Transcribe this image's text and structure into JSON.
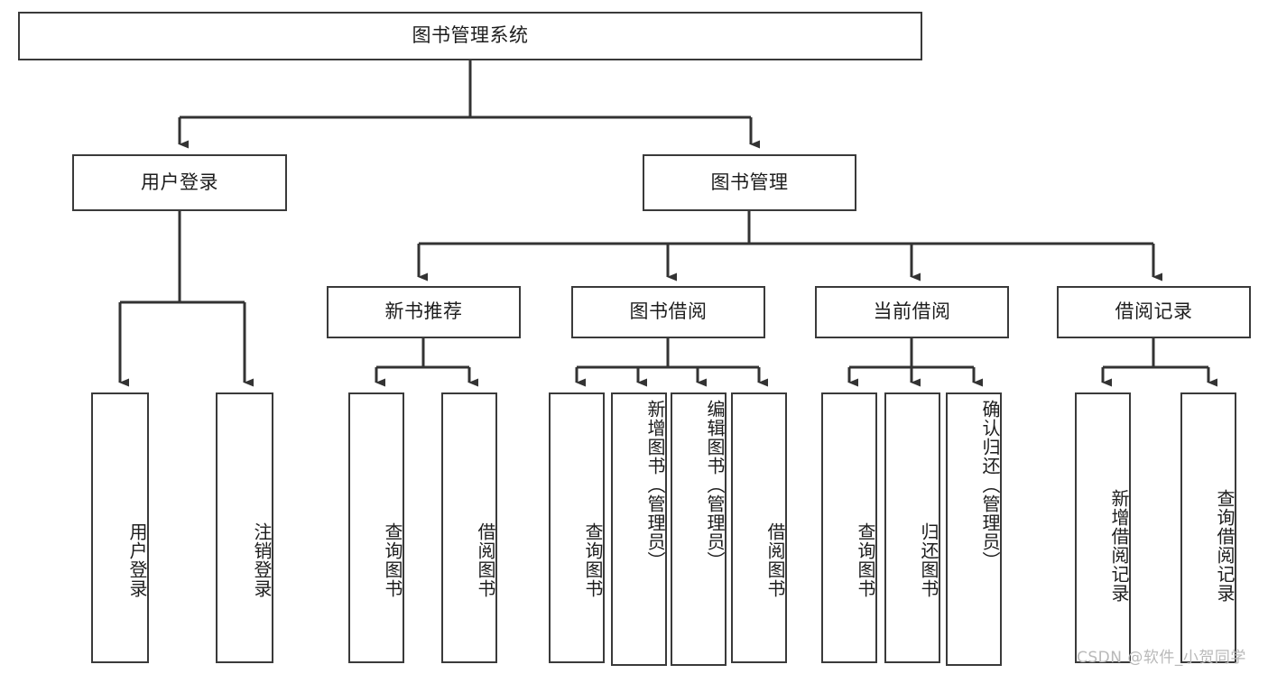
{
  "diagram": {
    "title": "图书管理系统",
    "type": "hierarchy-tree",
    "orientation": "top-down",
    "box_fill": "#ffffff",
    "box_stroke": "#3a3a3a",
    "edge_color": "#333333",
    "text_color": "#1d1d1d"
  },
  "root": {
    "label": "图书管理系统"
  },
  "level2": [
    {
      "label": "用户登录"
    },
    {
      "label": "图书管理"
    }
  ],
  "level3": [
    {
      "label": "新书推荐"
    },
    {
      "label": "图书借阅"
    },
    {
      "label": "当前借阅"
    },
    {
      "label": "借阅记录"
    }
  ],
  "leaves": {
    "user_login": [
      {
        "label": "用户登录"
      },
      {
        "label": "注销登录"
      }
    ],
    "new_book_recommend": [
      {
        "label": "查询图书"
      },
      {
        "label": "借阅图书"
      }
    ],
    "book_borrow": [
      {
        "label": "查询图书"
      },
      {
        "label": "新增图书（管理员）"
      },
      {
        "label": "编辑图书（管理员）"
      },
      {
        "label": "借阅图书"
      }
    ],
    "current_borrow": [
      {
        "label": "查询图书"
      },
      {
        "label": "归还图书"
      },
      {
        "label": "确认归还（管理员）"
      }
    ],
    "borrow_record": [
      {
        "label": "新增借阅记录"
      },
      {
        "label": "查询借阅记录"
      }
    ]
  },
  "watermark": {
    "text": "CSDN @软件_小贺同学"
  }
}
